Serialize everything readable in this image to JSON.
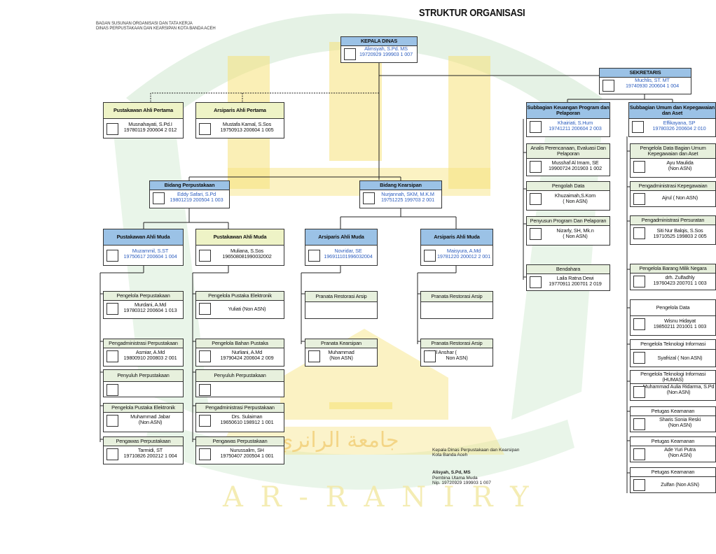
{
  "header": {
    "line1": "BAGAN SUSUNAN ORGANISASI DAN TATA KERJA",
    "line2": "DINAS PERPUSTAKAAN DAN KEARSIPAN KOTA BANDA ACEH"
  },
  "title": "STRUKTUR ORGANISASI",
  "watermark": {
    "arabic": "جامعة الرانري",
    "latin": "A R - R A N I R Y",
    "logo_letters": "UIN"
  },
  "boxes": {
    "kepala": {
      "title": "KEPALA DINAS",
      "l1": "Alimsyah, S.Pd. MS",
      "l2": "19720929 199903 1 007"
    },
    "sekretaris": {
      "title": "SEKRETARIS",
      "l1": "Muchlis, ST. MT",
      "l2": "19740930 200604 1 004"
    },
    "pustakawan_pertama": {
      "title": "Pustakawan Ahli Pertama",
      "l1": "Musnahayati, S.Pd.I",
      "l2": "19780119 200604 2 012"
    },
    "arsiparis_pertama": {
      "title": "Arsiparis Ahli Pertama",
      "l1": "Mustafa Kamal, S.Sos",
      "l2": "19750913 200604 1 005"
    },
    "sub_keuangan": {
      "title": "Subbagian Keuangan Program dan Pelaporan",
      "l1": "Khairiati, S.Hum",
      "l2": "19741211 200604 2 003"
    },
    "sub_umum": {
      "title": "Subbagian Umum dan Kepegawaian dan Aset",
      "l1": "Effikayana, SP",
      "l2": "19780326 200604 2 010"
    },
    "analis": {
      "title": "Analis Perencanaan, Evaluasi Dan Pelaporan",
      "l1": "Musshaf Al Imam, SE",
      "l2": "19900724 201903 1 002"
    },
    "pengolah_data": {
      "title": "Pengolah Data",
      "l1": "Khuzaimah,S.Kom",
      "l2": "( Non ASN)"
    },
    "penyusun": {
      "title": "Penyusun Program Dan Pelaporan",
      "l1": "Nizarly, SH, Mk.n",
      "l2": "( Non ASN)"
    },
    "bendahara": {
      "title": "Bendahara",
      "l1": "Laila Ratna Dewi",
      "l2": "19770911 200701 2 019"
    },
    "pengelola_bagian_umum": {
      "title": "Pengelola Data Bagian Umum Kepegawaian dan Aset",
      "l1": "Ayu Maulida",
      "l2": "(Non ASN)"
    },
    "pengadmin_kepeg": {
      "title": "Pengadministrasi Kepegawaian",
      "l1": "Ajrul ( Non ASN)",
      "l2": ""
    },
    "pengadmin_persuratan": {
      "title": "Pengadministrasi Persuratan",
      "l1": "Siti Nur Balqis, S.Sos",
      "l2": "19710525 199803 2 005"
    },
    "pengelola_barang": {
      "title": "Pengelola Barang Milik Negara",
      "l1": "drh. Zulfadhly",
      "l2": "19760423 200701 1 003"
    },
    "pengelola_data": {
      "title": "Pengelola Data",
      "l1": "Wisnu Hidayat",
      "l2": "19850211 201001 1 003"
    },
    "pengelola_ti": {
      "title": "Pengelola Teknologi Informasi",
      "l1": "Syafrizal  ( Non ASN)",
      "l2": ""
    },
    "pengelola_ti_humas": {
      "title": "Pengelola Teknologi Informasi (HUMAS)",
      "l1": "Muhammad Aulia Ridarma, S.Pd",
      "l2": "(Non ASN)"
    },
    "petugas1": {
      "title": "Petugas Keamanan",
      "l1": "Sharis Sonia Reski",
      "l2": "(Non ASN)"
    },
    "petugas2": {
      "title": "Petugas Keamanan",
      "l1": "Ade Yuri Putra",
      "l2": "(Non ASN)"
    },
    "petugas3": {
      "title": "Petugas Keamanan",
      "l1": "Zulfan (Non ASN)",
      "l2": ""
    },
    "bidang_perpus": {
      "title": "Bidang Perpustakaan",
      "l1": "Eddy Safari, S.Pd",
      "l2": "19801219 200504 1 003"
    },
    "bidang_arsip": {
      "title": "Bidang Kearsipan",
      "l1": "Nurjannah, SKM, M.K.M",
      "l2": "19751225 199703 2 001"
    },
    "pust_muda1": {
      "title": "Pustakawan Ahli Muda",
      "l1": "Muzammil, S.ST",
      "l2": "19750617 200604 1 004"
    },
    "pust_muda2": {
      "title": "Pustakawan Ahli Muda",
      "l1": "Muliana, S.Sos",
      "l2": "196508081990032002"
    },
    "ars_muda1": {
      "title": "Arsiparis Ahli Muda",
      "l1": "Novridar, SE",
      "l2": "196911101996032004"
    },
    "ars_muda2": {
      "title": "Arsiparis Ahli Muda",
      "l1": "Maisyura, A.Md",
      "l2": "19781220 200012 2 001"
    },
    "c1_1": {
      "title": "Pengelola Perpustakaan",
      "l1": "Murdani, A.Md",
      "l2": "19780312 200604 1 013"
    },
    "c1_2": {
      "title": "Pengadministrasi Perpustakaan",
      "l1": "Asmiar, A.Md",
      "l2": "19800910 200803 2 001"
    },
    "c1_3": {
      "title": "Penyuluh Perpustakaan",
      "l1": "",
      "l2": ""
    },
    "c1_4": {
      "title": "Pengelola Pustaka Elektronik",
      "l1": "Muhammad Jabar",
      "l2": "(Non ASN)"
    },
    "c1_5": {
      "title": "Pengawas Perpustakaan",
      "l1": "Tarmidi, ST",
      "l2": "19710826 200212 1 004"
    },
    "c2_1": {
      "title": "Pengelola Pustaka Elektronik",
      "l1": "Yuliati (Non ASN)",
      "l2": ""
    },
    "c2_2": {
      "title": "Pengelola Bahan Pustaka",
      "l1": "Nurliani, A.Md",
      "l2": "19790424 200604 2 009"
    },
    "c2_3": {
      "title": "Penyuluh Perpustakaan",
      "l1": "",
      "l2": ""
    },
    "c2_4": {
      "title": "Pengadministrasi Perpustakaan",
      "l1": "Drs. Sulaiman",
      "l2": "19650610 198912 1 001"
    },
    "c2_5": {
      "title": "Pengawas Perpustakaan",
      "l1": "Nurussalim, SH",
      "l2": "19750407 200504 1 001"
    },
    "c3_1": {
      "title": "Pranata Restorasi Arsip",
      "l1": "",
      "l2": ""
    },
    "c3_2": {
      "title": "Pranata Kearsipan",
      "l1": "Muhammad",
      "l2": "(Non ASN)"
    },
    "c4_1": {
      "title": "Pranata Restorasi Arsip",
      "l1": "",
      "l2": ""
    },
    "c4_2": {
      "title": "Pranata Restorasi Arsip",
      "l1": "Kholil Anshar                              (",
      "l2": "Non ASN)"
    }
  },
  "signature": {
    "place": "Kepala Dinas Perpustakaan dan Kearsipan",
    "city": "Kota Banda Aceh",
    "name": "Alisyah, S.Pd, MS",
    "rank": "Pembina Utama Muda",
    "nip": "Nip. 19720929 199903 1 007"
  },
  "colors": {
    "watermark_yellow": "#f6e27a",
    "watermark_green": "#cfe8cf",
    "header_blue": "#9bc2e6",
    "header_yellow": "#eef3c6",
    "header_green": "#e7f0dd",
    "name_blue": "#2f5fbf"
  }
}
